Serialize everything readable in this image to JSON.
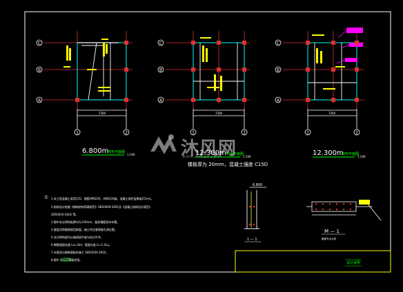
{
  "drawing": {
    "plan1": {
      "title": "6.800m",
      "title_suffix": "结构平面图",
      "scale": "1:100",
      "axis_a": "A",
      "axis_b": "B",
      "axis_c": "C",
      "axis_1": "1",
      "axis_2": "2",
      "dim": "7200"
    },
    "plan2": {
      "title": "12.300m",
      "title_suffix": "结构平面图",
      "scale": "1:100",
      "note": "楼板厚为 20mm，混凝土强度 C15D",
      "axis_a": "A",
      "axis_b": "B",
      "axis_c": "C",
      "axis_1": "1",
      "axis_2": "2",
      "dim": "7200"
    },
    "plan3": {
      "title": "12.300m",
      "title_suffix": "结构平面图",
      "scale": "1:100",
      "axis_a": "A",
      "axis_b": "B",
      "axis_c": "C",
      "axis_1": "1",
      "axis_2": "2",
      "dim": "7200"
    },
    "notes": {
      "heading": "注:",
      "lines": [
        "1.本工程混凝土采用C25，钢筋HPB235、HRB335级，混凝土保护层厚度25mm。",
        "2.结构设计依据《建筑结构荷载规范》GB50009-2001及《混凝土结构设计规范》",
        "   GB50010-2002 等。",
        "3.图中未注明的板厚均为120mm，板底钢筋双向布置。",
        "4.楼面活荷载按规范取值，施工时注意预留孔洞位置。",
        "5.未注明的梁均以轴线居中或与柱边平齐。",
        "6.钢筋锚固长度 La=34d，搭接长度 Ll=1.2La。",
        "7.本图须与建筑图配合施工 GB50204-2002。",
        "8.图中       表示后砌填充墙。"
      ]
    },
    "section1": {
      "elevation": "6.800",
      "label": "1 — 1"
    },
    "section2": {
      "label": "M — 1",
      "sub": "楼梯节点大样"
    },
    "title_block": {
      "stamp": "设计说明"
    },
    "watermark": {
      "brand": "沐风网",
      "url": "www.mfcad.com"
    }
  }
}
